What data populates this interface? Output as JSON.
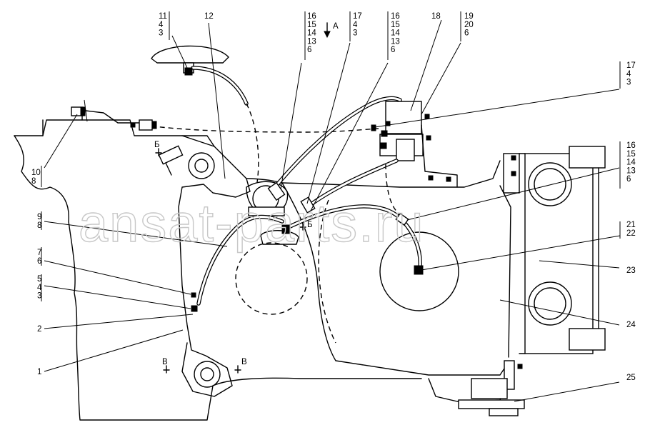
{
  "watermark": "ansat-parts.ru",
  "callouts": [
    {
      "id": "c-11-4-3",
      "lines": [
        "11",
        "4",
        "3"
      ]
    },
    {
      "id": "c-12",
      "lines": [
        "12"
      ]
    },
    {
      "id": "c-16-15-14-13-6-a",
      "lines": [
        "16",
        "15",
        "14",
        "13",
        "6"
      ]
    },
    {
      "id": "c-17-4-3-a",
      "lines": [
        "17",
        "4",
        "3"
      ]
    },
    {
      "id": "c-16-15-14-13-6-b",
      "lines": [
        "16",
        "15",
        "14",
        "13",
        "6"
      ]
    },
    {
      "id": "c-18",
      "lines": [
        "18"
      ]
    },
    {
      "id": "c-19-20-6",
      "lines": [
        "19",
        "20",
        "6"
      ]
    },
    {
      "id": "c-17-4-3-b",
      "lines": [
        "17",
        "4",
        "3"
      ]
    },
    {
      "id": "c-16-15-14-13-6-c",
      "lines": [
        "16",
        "15",
        "14",
        "13",
        "6"
      ]
    },
    {
      "id": "c-21-22",
      "lines": [
        "21",
        "22"
      ]
    },
    {
      "id": "c-23",
      "lines": [
        "23"
      ]
    },
    {
      "id": "c-24",
      "lines": [
        "24"
      ]
    },
    {
      "id": "c-25",
      "lines": [
        "25"
      ]
    },
    {
      "id": "c-10-8",
      "lines": [
        "10",
        "8"
      ]
    },
    {
      "id": "c-9-8",
      "lines": [
        "9",
        "8"
      ]
    },
    {
      "id": "c-7-6",
      "lines": [
        "7",
        "6"
      ]
    },
    {
      "id": "c-5-4-3",
      "lines": [
        "5",
        "4",
        "3"
      ]
    },
    {
      "id": "c-2",
      "lines": [
        "2"
      ]
    },
    {
      "id": "c-1",
      "lines": [
        "1"
      ]
    }
  ],
  "view_marks": {
    "view_a": "A",
    "section_b_top": "Б",
    "section_b_mid": "Б",
    "section_v_left": "В",
    "section_v_right": "В"
  }
}
